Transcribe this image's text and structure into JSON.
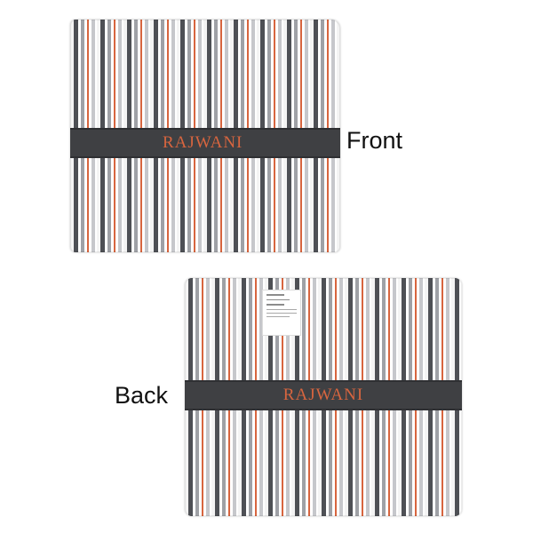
{
  "labels": {
    "front": "Front",
    "back": "Back"
  },
  "front_panel": {
    "monogram": "RAJWANI"
  },
  "back_panel": {
    "monogram": "RAJWANI"
  },
  "colors": {
    "stripe_dark_gray": "#4e5055",
    "stripe_orange": "#d7653f",
    "stripe_light_gray": "#c6c7cb",
    "band": "#3f4043",
    "monogram_text": "#d7653f"
  }
}
